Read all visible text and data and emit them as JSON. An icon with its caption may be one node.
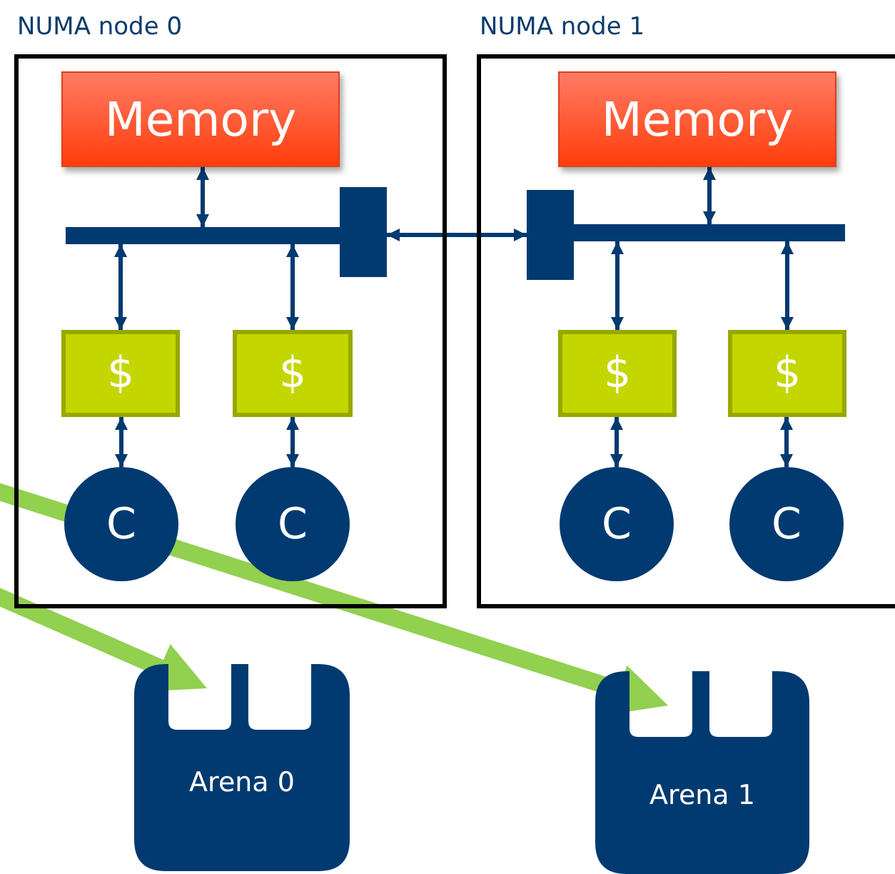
{
  "diagram": {
    "nodes": [
      {
        "text": [
          "NUMA node 0"
        ]
      },
      {
        "text": [
          "Memory"
        ],
        "in": 0
      },
      {
        "text": [],
        "shape": "box",
        "in": 0
      },
      {
        "text": [],
        "shape": "bar",
        "in": 0
      },
      {
        "text": [
          "$"
        ],
        "in": 0
      },
      {
        "text": [
          "$"
        ],
        "in": 0
      },
      {
        "text": [
          "C"
        ],
        "in": 0
      },
      {
        "text": [
          "C"
        ],
        "in": 0
      },
      {
        "text": [
          "NUMA node 1"
        ]
      },
      {
        "text": [
          "Memory"
        ],
        "in": 8
      },
      {
        "text": [],
        "shape": "box",
        "in": 8
      },
      {
        "text": [],
        "shape": "bar",
        "in": 8
      },
      {
        "text": [
          "$"
        ],
        "in": 8
      },
      {
        "text": [
          "$"
        ],
        "in": 8
      },
      {
        "text": [
          "C"
        ],
        "in": 8
      },
      {
        "text": [
          "C"
        ],
        "in": 8
      },
      {
        "text": [
          "Arena 0"
        ]
      },
      {
        "text": [
          "Arena 1"
        ]
      }
    ],
    "edges": [
      {
        "from": 1,
        "to": 3,
        "arrow": "both"
      },
      {
        "from": 3,
        "to": 4,
        "arrow": "both"
      },
      {
        "from": 3,
        "to": 5,
        "arrow": "both"
      },
      {
        "from": 4,
        "to": 6,
        "arrow": "both"
      },
      {
        "from": 5,
        "to": 7,
        "arrow": "both"
      },
      {
        "from": 2,
        "to": 10,
        "arrow": "both"
      },
      {
        "from": 9,
        "to": 11,
        "arrow": "both"
      },
      {
        "from": 11,
        "to": 12,
        "arrow": "both"
      },
      {
        "from": 11,
        "to": 13,
        "arrow": "both"
      },
      {
        "from": 12,
        "to": 14,
        "arrow": "both"
      },
      {
        "from": 13,
        "to": 15,
        "arrow": "both"
      },
      {
        "from": null,
        "to": 16,
        "arrow": "to",
        "style": "thick",
        "color": "#92d050"
      },
      {
        "from": null,
        "to": 17,
        "arrow": "to",
        "style": "thick",
        "color": "#92d050"
      }
    ]
  }
}
